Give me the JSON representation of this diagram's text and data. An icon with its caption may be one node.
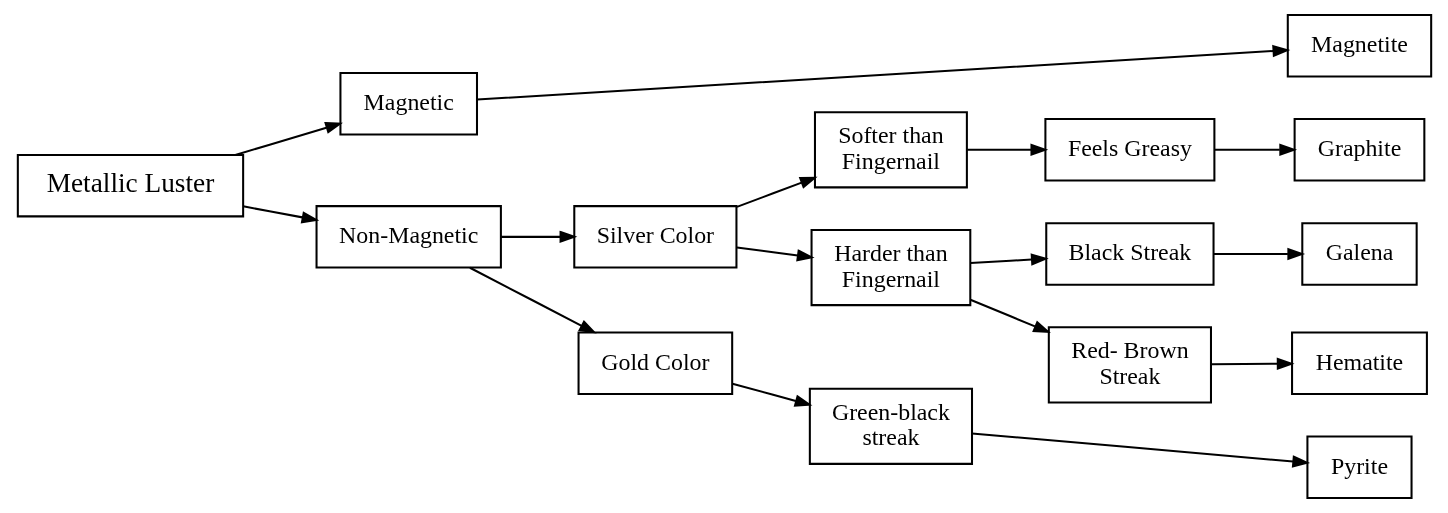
{
  "diagram": {
    "nodes": [
      {
        "text": [
          "Metallic Luster"
        ]
      },
      {
        "text": [
          "Magnetic"
        ]
      },
      {
        "text": [
          "Magnetite"
        ]
      },
      {
        "text": [
          "Non-Magnetic"
        ]
      },
      {
        "text": [
          "Silver Color"
        ]
      },
      {
        "text": [
          "Softer than Fingernail"
        ]
      },
      {
        "text": [
          "Feels Greasy"
        ]
      },
      {
        "text": [
          "Graphite"
        ]
      },
      {
        "text": [
          "Harder than Fingernail"
        ]
      },
      {
        "text": [
          "Black Streak"
        ]
      },
      {
        "text": [
          "Galena"
        ]
      },
      {
        "text": [
          "Red- Brown Streak"
        ]
      },
      {
        "text": [
          "Hematite"
        ]
      },
      {
        "text": [
          "Gold Color"
        ]
      },
      {
        "text": [
          "Green-black streak"
        ]
      },
      {
        "text": [
          "Pyrite"
        ]
      }
    ],
    "edges": [
      {
        "from": 0,
        "to": 1,
        "arrow": "to"
      },
      {
        "from": 0,
        "to": 3,
        "arrow": "to"
      },
      {
        "from": 1,
        "to": 2,
        "arrow": "to"
      },
      {
        "from": 3,
        "to": 4,
        "arrow": "to"
      },
      {
        "from": 3,
        "to": 13,
        "arrow": "to"
      },
      {
        "from": 4,
        "to": 5,
        "arrow": "to"
      },
      {
        "from": 4,
        "to": 8,
        "arrow": "to"
      },
      {
        "from": 5,
        "to": 6,
        "arrow": "to"
      },
      {
        "from": 6,
        "to": 7,
        "arrow": "to"
      },
      {
        "from": 8,
        "to": 9,
        "arrow": "to"
      },
      {
        "from": 8,
        "to": 11,
        "arrow": "to"
      },
      {
        "from": 9,
        "to": 10,
        "arrow": "to"
      },
      {
        "from": 11,
        "to": 12,
        "arrow": "to"
      },
      {
        "from": 13,
        "to": 14,
        "arrow": "to"
      },
      {
        "from": 14,
        "to": 15,
        "arrow": "to"
      }
    ]
  }
}
